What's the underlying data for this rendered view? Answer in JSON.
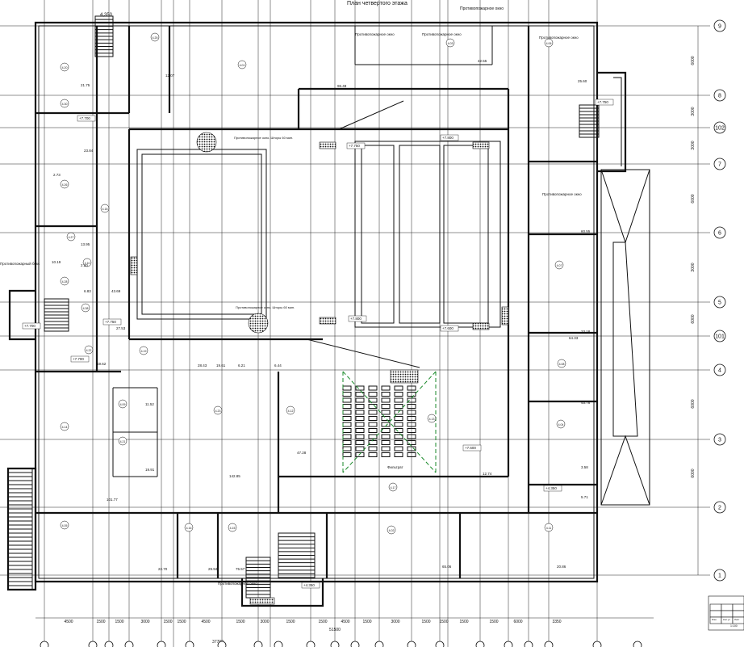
{
  "header_texts": [
    "План четвертого этажа",
    "4,350",
    "Противопожарное окно"
  ],
  "axes_right": [
    "9",
    "8",
    "102",
    "7",
    "6",
    "5",
    "101",
    "4",
    "3",
    "2",
    "1"
  ],
  "axes_right_dims": [
    "6000",
    "3000",
    "3000",
    "6000",
    "3000",
    "6000",
    "6000",
    "6000"
  ],
  "bottom_dims": [
    "4500",
    "1500",
    "1500",
    "3000",
    "1500",
    "1500",
    "4500",
    "1500",
    "3000",
    "1500",
    "1500",
    "4500",
    "1500",
    "3000",
    "1500",
    "1500",
    "1500",
    "1500",
    "6000",
    "3350"
  ],
  "bottom_totals": [
    "51500",
    "37700"
  ],
  "room_numbers": [
    "4.20",
    "4.01",
    "4.25",
    "4.03",
    "4.06",
    "4.30",
    "4.26",
    "4.18",
    "4.10",
    "4.27",
    "4.28",
    "4.38",
    "4.22",
    "4.19",
    "4.09",
    "4.21",
    "4.23",
    "4.12",
    "4.13",
    "4.14",
    "4.05",
    "4.16",
    "4.15",
    "4.17",
    "4.02",
    "4.07",
    "4.08",
    "4.04",
    "4.11"
  ],
  "areas": [
    "21.75",
    "12.07",
    "96.48",
    "42.55",
    "25.60",
    "23.84",
    "2.73",
    "13.95",
    "10.19",
    "2.20",
    "43.69",
    "6.83",
    "27.53",
    "19.62",
    "11.52",
    "19.91",
    "142.85",
    "47.28",
    "12.74",
    "101.77",
    "22.70",
    "29.94",
    "75.57",
    "65.06",
    "20.86",
    "23.18",
    "64.33",
    "60.55",
    "45.78",
    "3.58",
    "5.71",
    "28.43",
    "19.61",
    "6.21",
    "6.44"
  ],
  "levels": [
    "+7.700",
    "+7.750",
    "+7.800",
    "+7.600",
    "+4.350"
  ],
  "notes": [
    "Противопожарное окно",
    "Противопожарное окно. Шторы 60 мин.",
    "Фильтрат",
    "Противопожарный бокс",
    "1:100"
  ],
  "stamp": {
    "labels": [
      "Изм.",
      "Кол.уч",
      "Лист",
      "№ док.",
      "Подп.",
      "Дата"
    ],
    "scale": "1:100"
  }
}
